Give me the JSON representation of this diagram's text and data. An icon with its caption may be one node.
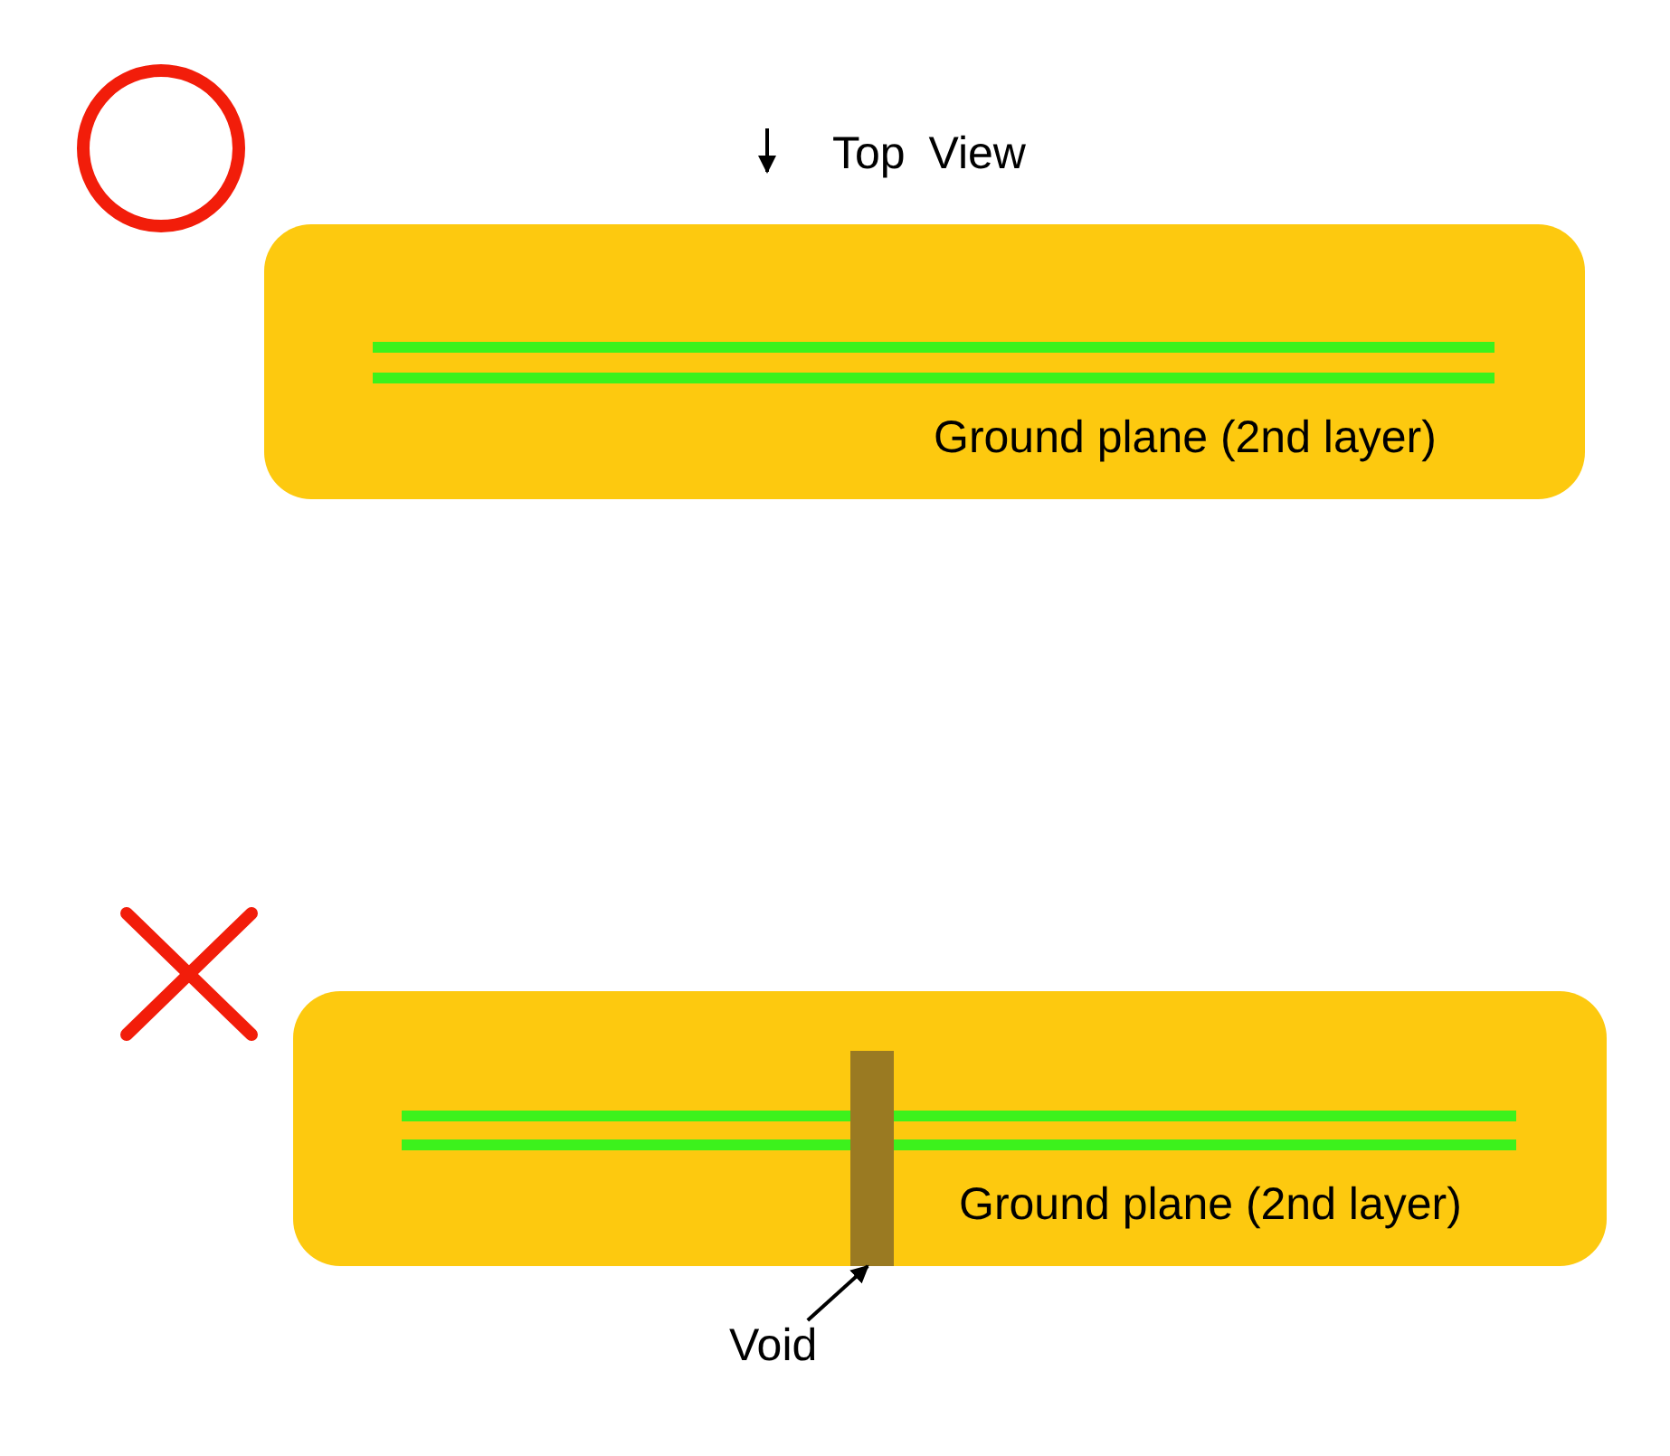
{
  "diagram": {
    "nodes": [
      {
        "text": [
          "Ground plane (2nd layer)"
        ]
      },
      {
        "text": [
          "Ground plane (2nd layer)"
        ]
      },
      {
        "text": [],
        "shape": "bar",
        "in": 1
      },
      {
        "text": [
          "Void"
        ]
      }
    ],
    "edges": [
      {
        "from": 3,
        "to": 2,
        "arrow": "to"
      }
    ],
    "labels": [
      "Top View"
    ]
  }
}
